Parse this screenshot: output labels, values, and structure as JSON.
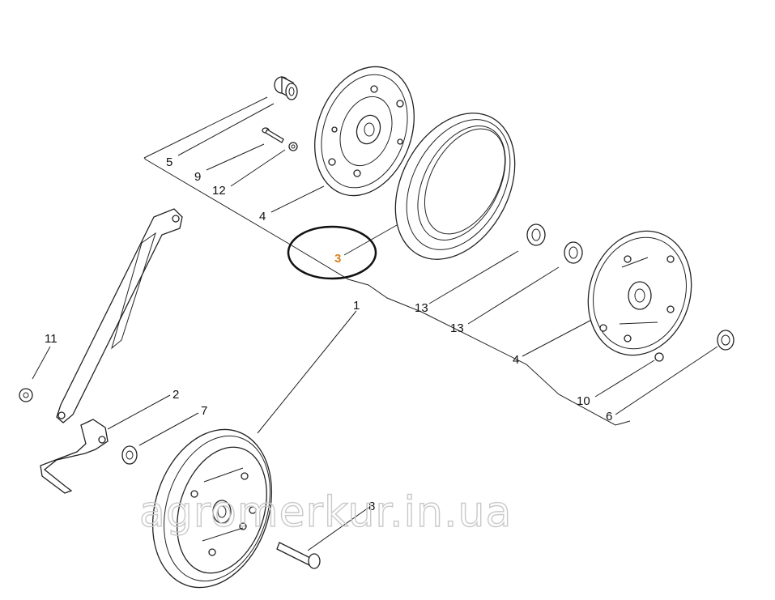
{
  "callouts": {
    "c1": "1",
    "c2": "2",
    "c3": "3",
    "c4a": "4",
    "c4b": "4",
    "c5": "5",
    "c6": "6",
    "c7": "7",
    "c8": "8",
    "c9": "9",
    "c10": "10",
    "c11": "11",
    "c12": "12",
    "c13a": "13",
    "c13b": "13"
  },
  "highlight": {
    "item": "3",
    "color": "#d9821f"
  },
  "watermark": "agromerkur.in.ua"
}
